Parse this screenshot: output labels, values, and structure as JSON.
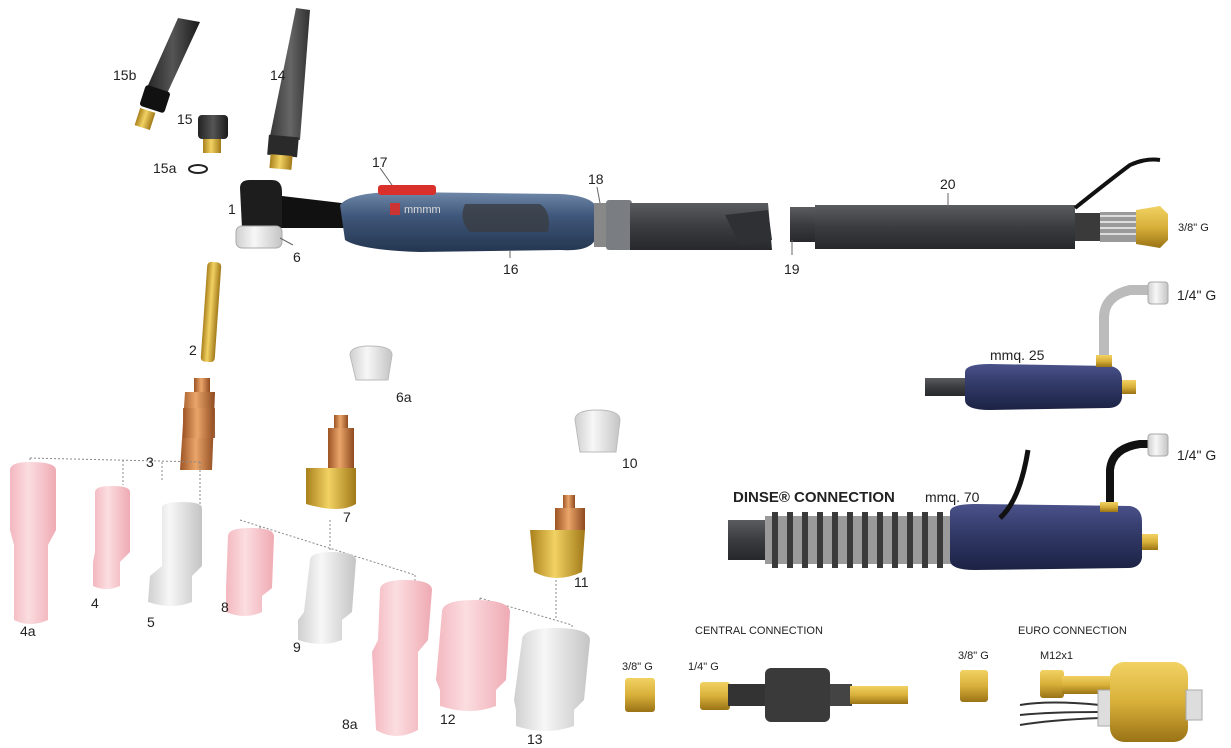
{
  "title": "TIG torch exploded parts diagram",
  "colors": {
    "pink_cup": "#f6c6cc",
    "ceramic": "#e6e6e6",
    "brass": "#d8b03a",
    "copper": "#c97a3e",
    "cable": "#3c3e42",
    "handle": "#3f577a",
    "dinse_handle": "#2f3764",
    "trigger": "#d9302c"
  },
  "labels": {
    "p15b": "15b",
    "p14": "14",
    "p15": "15",
    "p15a": "15a",
    "p17": "17",
    "p18": "18",
    "p20": "20",
    "g38_top": "3/8\" G",
    "p1": "1",
    "p6": "6",
    "p16": "16",
    "p19": "19",
    "g14_a": "1/4\" G",
    "mmq25": "mmq. 25",
    "p2": "2",
    "p6a": "6a",
    "p3": "3",
    "p10": "10",
    "p7": "7",
    "dinse": "DINSE® CONNECTION",
    "mmq70": "mmq. 70",
    "g14_b": "1/4\" G",
    "p11": "11",
    "p4a": "4a",
    "p4": "4",
    "p5": "5",
    "p8": "8",
    "p9": "9",
    "p8a": "8a",
    "p12": "12",
    "p13": "13",
    "central": "CENTRAL CONNECTION",
    "euro": "EURO CONNECTION",
    "central_g38": "3/8\" G",
    "central_g14": "1/4\" G",
    "euro_g38": "3/8\" G",
    "euro_m12": "M12x1"
  }
}
